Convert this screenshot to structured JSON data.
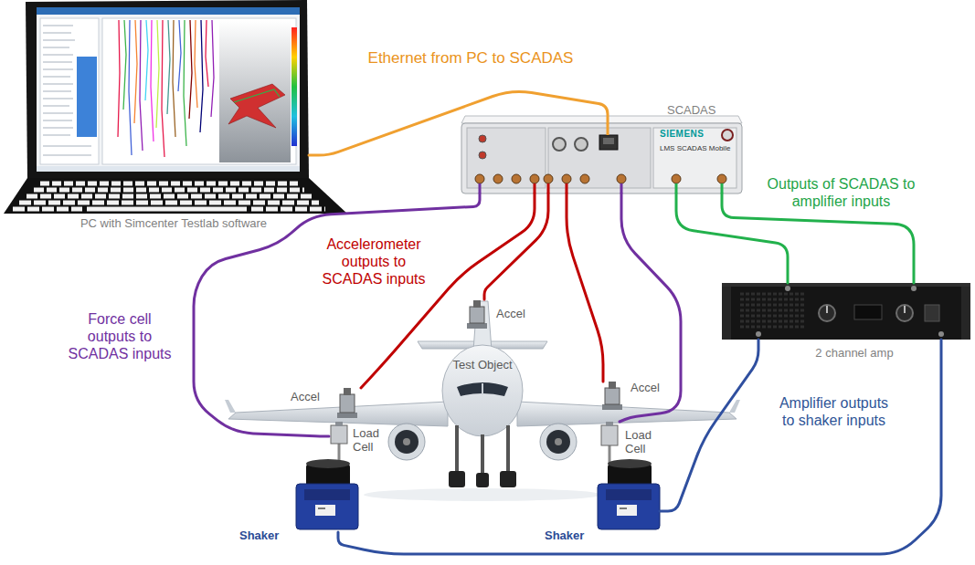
{
  "diagram": {
    "nodes": [
      {
        "text": [
          "PC with Simcenter Testlab software"
        ]
      },
      {
        "text": [
          "SCADAS",
          "SIEMENS",
          "LMS SCADAS Mobile"
        ]
      },
      {
        "text": [
          "Test Object"
        ]
      },
      {
        "text": [
          "Accel"
        ],
        "in": 2
      },
      {
        "text": [
          "Accel"
        ],
        "in": 2
      },
      {
        "text": [
          "Accel"
        ],
        "in": 2
      },
      {
        "text": [
          "Load Cell"
        ],
        "in": 2
      },
      {
        "text": [
          "Load Cell"
        ],
        "in": 2
      },
      {
        "text": [
          "2 channel amp"
        ]
      },
      {
        "text": [
          "Shaker"
        ]
      },
      {
        "text": [
          "Shaker"
        ]
      }
    ],
    "edges": [
      {
        "from": 0,
        "to": 1,
        "arrow": "none",
        "label": "Ethernet from PC to SCADAS"
      },
      {
        "from": 1,
        "to": 8,
        "arrow": "none",
        "label": "Outputs of SCADAS to amplifier inputs"
      },
      {
        "from": 1,
        "to": 8,
        "arrow": "none"
      },
      {
        "from": 4,
        "to": 1,
        "arrow": "none",
        "label": "Accelerometer outputs to SCADAS inputs"
      },
      {
        "from": 3,
        "to": 1,
        "arrow": "none"
      },
      {
        "from": 5,
        "to": 1,
        "arrow": "none"
      },
      {
        "from": 6,
        "to": 1,
        "arrow": "none",
        "label": "Force cell outputs to SCADAS inputs"
      },
      {
        "from": 7,
        "to": 1,
        "arrow": "none"
      },
      {
        "from": 8,
        "to": 10,
        "arrow": "none",
        "label": "Amplifier outputs to shaker inputs"
      },
      {
        "from": 8,
        "to": 9,
        "arrow": "none"
      }
    ]
  }
}
